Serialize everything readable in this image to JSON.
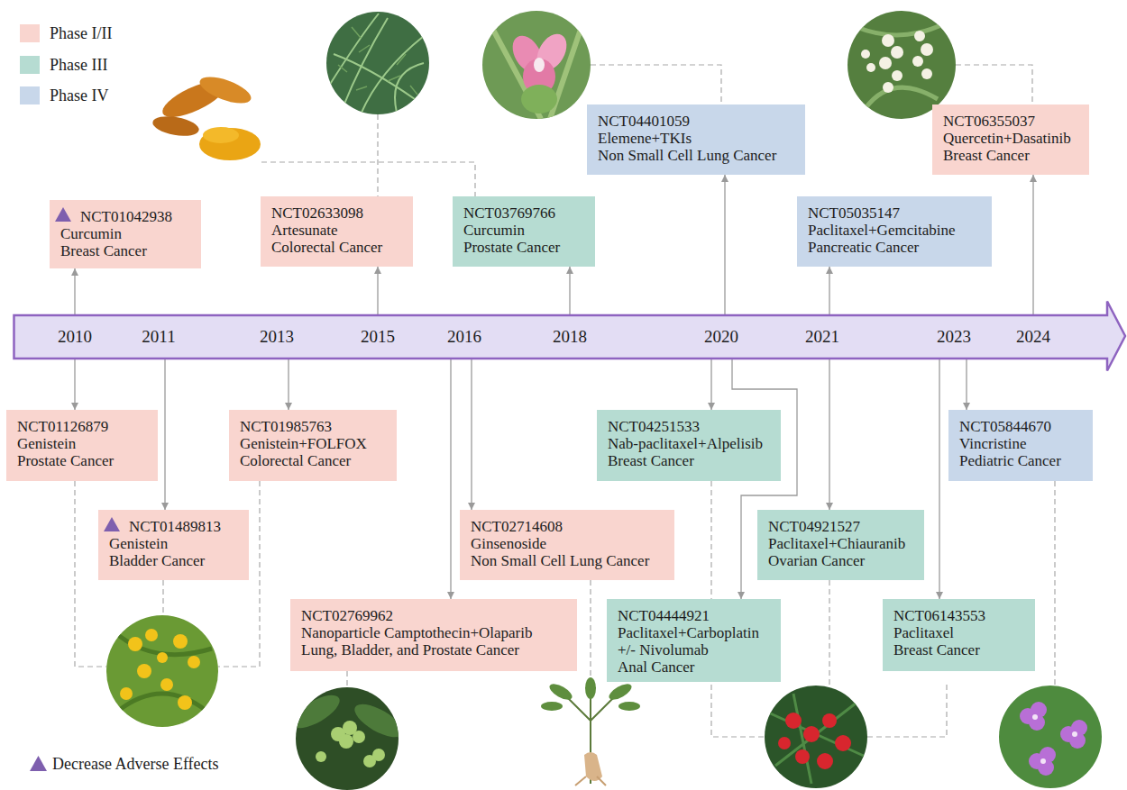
{
  "diagram": {
    "nodes": [
      {
        "text": [
          "NCT01042938",
          "Curcumin",
          "Breast Cancer"
        ]
      },
      {
        "text": [
          "NCT02633098",
          "Artesunate",
          "Colorectal Cancer"
        ]
      },
      {
        "text": [
          "NCT03769766",
          "Curcumin",
          "Prostate Cancer"
        ]
      },
      {
        "text": [
          "NCT04401059",
          "Elemene+TKIs",
          "Non Small Cell Lung Cancer"
        ]
      },
      {
        "text": [
          "NCT05035147",
          "Paclitaxel+Gemcitabine",
          "Pancreatic Cancer"
        ]
      },
      {
        "text": [
          "NCT06355037",
          "Quercetin+Dasatinib",
          "Breast Cancer"
        ]
      },
      {
        "text": [
          "2010",
          "2011",
          "2013",
          "2015",
          "2016",
          "2018",
          "2020",
          "2021",
          "2023",
          "2024"
        ]
      },
      {
        "text": [
          "NCT01126879",
          "Genistein",
          "Prostate Cancer"
        ]
      },
      {
        "text": [
          "NCT01489813",
          "Genistein",
          "Bladder Cancer"
        ]
      },
      {
        "text": [
          "NCT01985763",
          "Genistein+FOLFOX",
          "Colorectal Cancer"
        ]
      },
      {
        "text": [
          "NCT02714608",
          "Ginsenoside",
          "Non Small Cell Lung Cancer"
        ]
      },
      {
        "text": [
          "NCT02769962",
          "Nanoparticle Camptothecin+Olaparib",
          "Lung, Bladder, and Prostate Cancer"
        ]
      },
      {
        "text": [
          "NCT04251533",
          "Nab-paclitaxel+Alpelisib",
          "Breast Cancer"
        ]
      },
      {
        "text": [
          "NCT04444921",
          "Paclitaxel+Carboplatin +/- Nivolumab",
          "Anal Cancer"
        ]
      },
      {
        "text": [
          "NCT04921527",
          "Paclitaxel+Chiauranib",
          "Ovarian Cancer"
        ]
      },
      {
        "text": [
          "NCT05844670",
          "Vincristine",
          "Pediatric Cancer"
        ]
      },
      {
        "text": [
          "NCT06143553",
          "Paclitaxel",
          "Breast Cancer"
        ]
      }
    ],
    "edges": [
      {
        "from": 6,
        "to": 0,
        "arrow": "to"
      },
      {
        "from": 6,
        "to": 7,
        "arrow": "to"
      },
      {
        "from": 6,
        "to": 8,
        "arrow": "to"
      },
      {
        "from": 6,
        "to": 9,
        "arrow": "to"
      },
      {
        "from": 6,
        "to": 1,
        "arrow": "to"
      },
      {
        "from": 6,
        "to": 11,
        "arrow": "to"
      },
      {
        "from": 6,
        "to": 10,
        "arrow": "to"
      },
      {
        "from": 6,
        "to": 2,
        "arrow": "to"
      },
      {
        "from": 6,
        "to": 3,
        "arrow": "to"
      },
      {
        "from": 6,
        "to": 12,
        "arrow": "to"
      },
      {
        "from": 6,
        "to": 13,
        "arrow": "to"
      },
      {
        "from": 6,
        "to": 4,
        "arrow": "to"
      },
      {
        "from": 6,
        "to": 14,
        "arrow": "to"
      },
      {
        "from": 6,
        "to": 16,
        "arrow": "to"
      },
      {
        "from": 6,
        "to": 15,
        "arrow": "to"
      },
      {
        "from": 6,
        "to": 5,
        "arrow": "to"
      }
    ],
    "legend": [
      {
        "text": "Phase I/II",
        "color": "#f9d5cf"
      },
      {
        "text": "Phase III",
        "color": "#b6dcd2"
      },
      {
        "text": "Phase IV",
        "color": "#c8d7ea"
      },
      {
        "text": "Decrease Adverse Effects"
      }
    ]
  }
}
